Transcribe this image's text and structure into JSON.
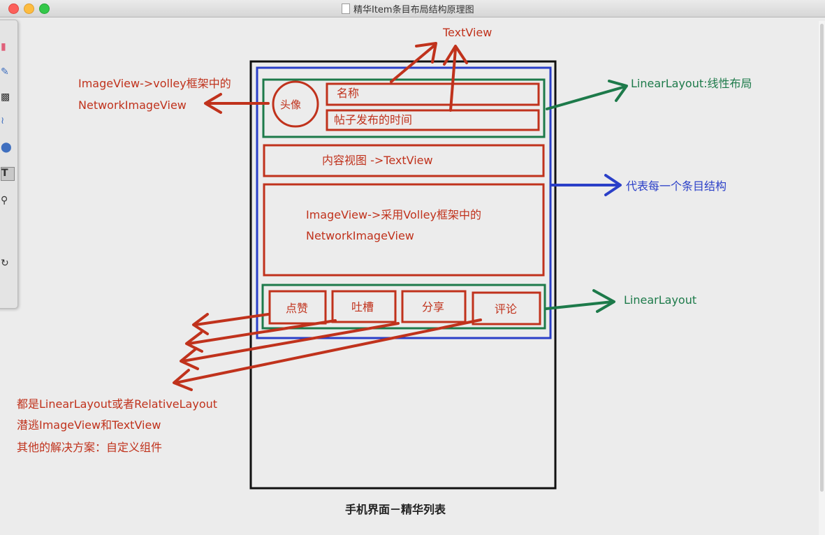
{
  "window": {
    "title": "精华Item条目布局结构原理图"
  },
  "labels": {
    "textview_top": "TextView",
    "avatar_label_line1": "ImageView->volley框架中的",
    "avatar_label_line2": "NetworkImageView",
    "avatar": "头像",
    "name": "名称",
    "post_time": "帖子发布的时间",
    "linearlayout_linear": "LinearLayout:线性布局",
    "content_view": "内容视图 ->TextView",
    "item_structure": "代表每一个条目结构",
    "image_line1": "ImageView->采用Volley框架中的",
    "image_line2": "NetworkImageView",
    "btn_like": "点赞",
    "btn_complain": "吐槽",
    "btn_share": "分享",
    "btn_comment": "评论",
    "linearlayout_bottom": "LinearLayout",
    "note_line1": "都是LinearLayout或者RelativeLayout",
    "note_line2": "潜逃ImageView和TextView",
    "note_line3": "其他的解决方案：自定义组件",
    "caption": "手机界面－精华列表"
  },
  "colors": {
    "red": "#c0321c",
    "green": "#1d7a4a",
    "blue": "#2a3fc8",
    "black": "#111111"
  },
  "icons": [
    "eraser-icon",
    "pencil-icon",
    "paint-bucket-icon",
    "curve-icon",
    "ellipse-icon",
    "text-tool-icon",
    "zoom-icon",
    "rotate-icon"
  ]
}
